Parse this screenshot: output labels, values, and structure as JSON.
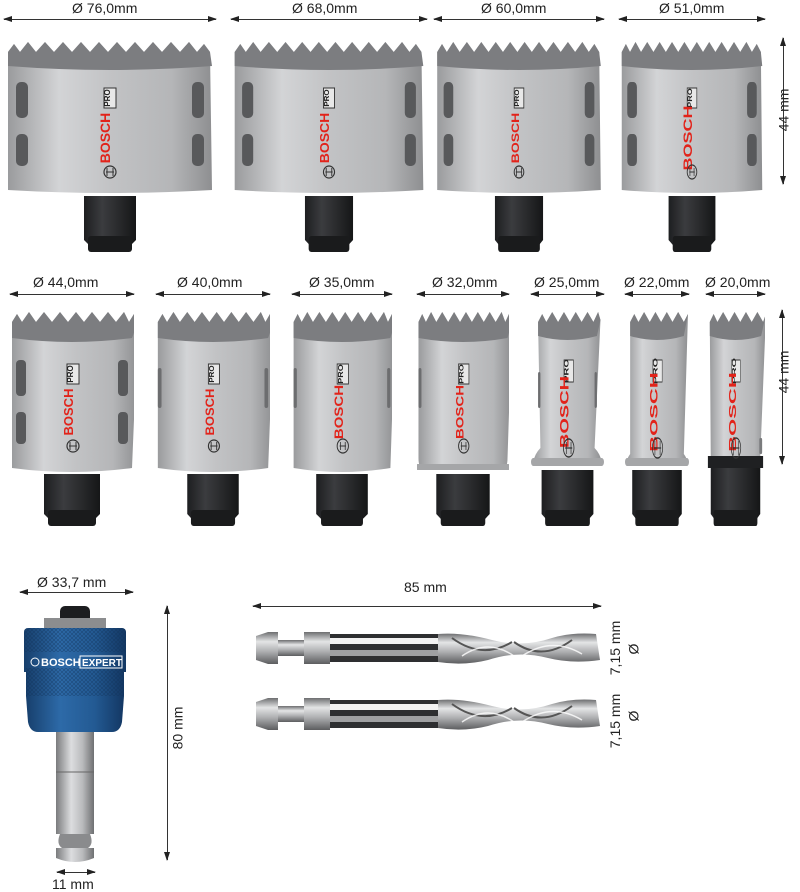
{
  "title": "Bosch PRO hole saw set dimensions",
  "brand": {
    "name": "BOSCH",
    "pro_badge": "PRO",
    "expert_badge": "EXPERT",
    "red": "#e2231a",
    "adapter_blue": "#1f5a96"
  },
  "rows": [
    {
      "height_label": "44 mm",
      "saws": [
        {
          "diameter": "Ø 76,0mm"
        },
        {
          "diameter": "Ø 68,0mm"
        },
        {
          "diameter": "Ø 60,0mm"
        },
        {
          "diameter": "Ø 51,0mm"
        }
      ]
    },
    {
      "height_label": "44 mm",
      "saws": [
        {
          "diameter": "Ø 44,0mm"
        },
        {
          "diameter": "Ø 40,0mm"
        },
        {
          "diameter": "Ø 35,0mm"
        },
        {
          "diameter": "Ø 32,0mm"
        },
        {
          "diameter": "Ø 25,0mm"
        },
        {
          "diameter": "Ø 22,0mm"
        },
        {
          "diameter": "Ø 20,0mm"
        }
      ]
    }
  ],
  "adapter": {
    "diameter": "Ø 33,7 mm",
    "length": "80 mm",
    "hex_width": "11 mm"
  },
  "drills": {
    "length": "85 mm",
    "items": [
      {
        "diameter": "7,15 mm",
        "symbol": "Ø"
      },
      {
        "diameter": "7,15 mm",
        "symbol": "Ø"
      }
    ]
  }
}
